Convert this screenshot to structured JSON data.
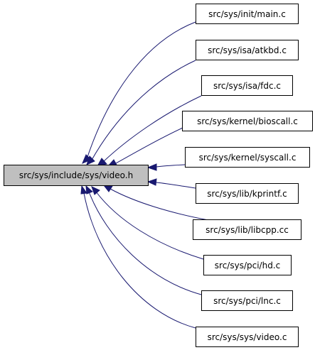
{
  "graph": {
    "root": "src/sys/include/sys/video.h",
    "includers": [
      "src/sys/init/main.c",
      "src/sys/isa/atkbd.c",
      "src/sys/isa/fdc.c",
      "src/sys/kernel/bioscall.c",
      "src/sys/kernel/syscall.c",
      "src/sys/lib/kprintf.c",
      "src/sys/lib/libcpp.cc",
      "src/sys/pci/hd.c",
      "src/sys/pci/lnc.c",
      "src/sys/sys/video.c"
    ],
    "colors": {
      "edge": "#191970",
      "root_fill": "#bfbfbf",
      "node_fill": "#ffffff",
      "border": "#000000"
    }
  }
}
